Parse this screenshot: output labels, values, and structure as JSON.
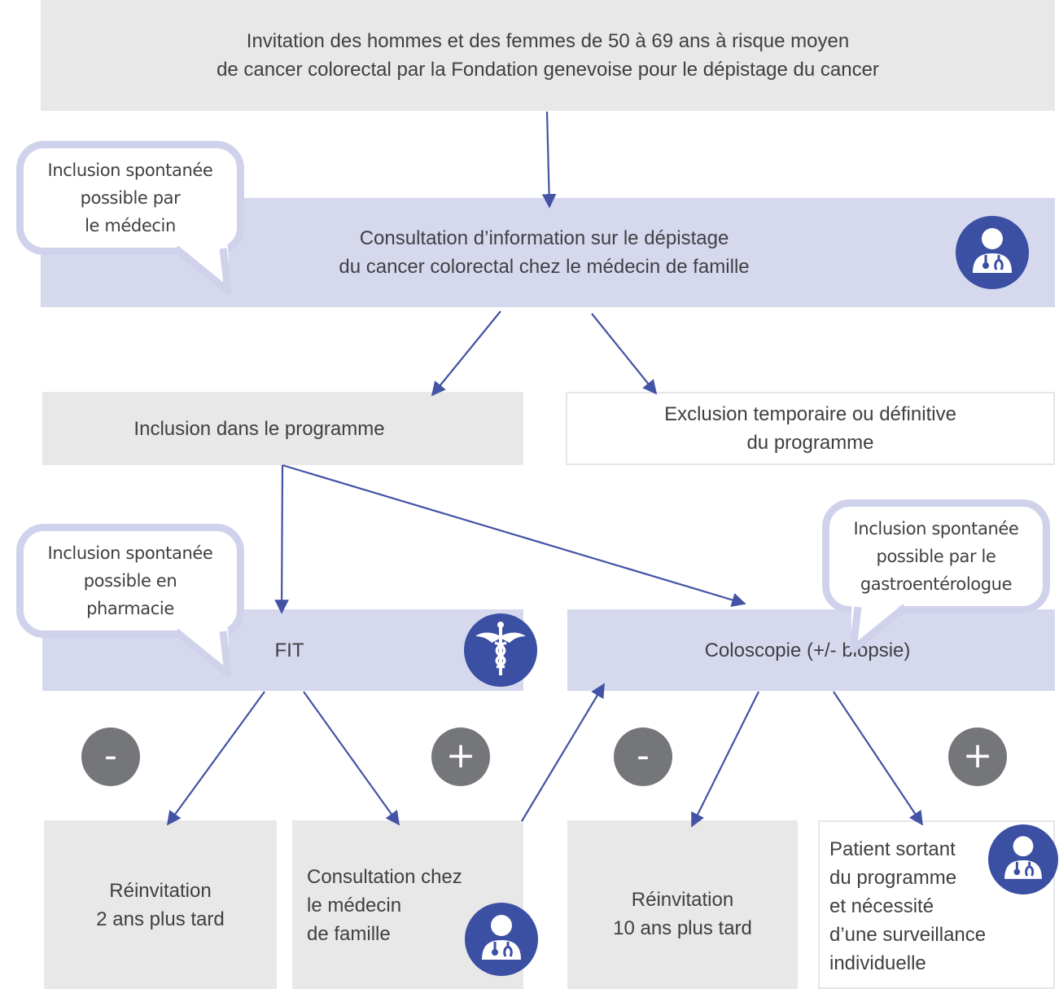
{
  "nodes": {
    "invitation": "Invitation des hommes et des femmes de 50 à 69 ans à risque moyen\nde cancer colorectal par la Fondation genevoise pour le dépistage du cancer",
    "consultation_info": "Consultation d’information sur le dépistage\ndu cancer colorectal chez le médecin de famille",
    "inclusion": "Inclusion dans le programme",
    "exclusion": "Exclusion temporaire ou définitive\ndu programme",
    "fit": "FIT",
    "coloscopie": "Coloscopie (+/- biopsie)",
    "reinvitation_2": "Réinvitation\n2 ans plus tard",
    "consultation_medecin": "Consultation chez\nle  médecin\nde famille",
    "reinvitation_10": "Réinvitation\n10 ans plus tard",
    "patient_sortant": "Patient sortant\ndu programme\net nécessité\nd’une surveillance\nindividuelle"
  },
  "bubbles": {
    "medecin": "Inclusion spontanée\npossible par\nle médecin",
    "pharmacie": "Inclusion spontanée\npossible en\npharmacie",
    "gastro": "Inclusion spontanée\npossible par le\ngastroentérologue"
  },
  "signs": {
    "fit_negative": "-",
    "fit_positive": "+",
    "colo_negative": "-",
    "colo_positive": "+"
  },
  "icons": {
    "consultation_info": "doctor-icon",
    "fit": "caduceus-icon",
    "consultation_medecin": "doctor-icon",
    "patient_sortant": "doctor-icon"
  },
  "colors": {
    "grey_box": "#e8e8e8",
    "lavender_box": "#d6d9ee",
    "bubble_border": "#d0d2ec",
    "arrow": "#4353a5",
    "icon_circle": "#3b4fa3",
    "sign_circle": "#757679"
  }
}
